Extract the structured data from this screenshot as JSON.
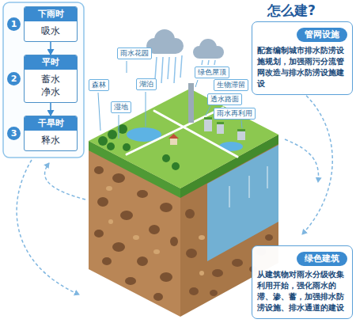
{
  "diagram": {
    "title": "怎么建?",
    "nodes": [
      {
        "text": [
          "下雨时",
          "吸水"
        ]
      },
      {
        "text": [
          "平时",
          "蓄水 净水"
        ]
      },
      {
        "text": [
          "干旱时",
          "释水"
        ]
      },
      {
        "text": [
          "管网设施",
          "配套编制城市排水防涝设施规划，加强雨污分流管网改造与排水防涝设施建设"
        ]
      },
      {
        "text": [
          "雨水花园"
        ]
      },
      {
        "text": [
          "森林"
        ]
      },
      {
        "text": [
          "湖泊"
        ]
      },
      {
        "text": [
          "湿地"
        ]
      },
      {
        "text": [
          "绿色屋顶"
        ]
      },
      {
        "text": [
          "生物滞留"
        ]
      },
      {
        "text": [
          "透水路面"
        ]
      },
      {
        "text": [
          "雨水再利用"
        ]
      },
      {
        "text": [
          "绿色建筑",
          "从建筑物对雨水分级收集利用开始，强化雨水的滞、渗、蓄，加强排水防涝设施、排水通道的建设"
        ]
      }
    ],
    "edges": [
      {
        "from": 0,
        "to": 1,
        "arrow": "to"
      },
      {
        "from": 1,
        "to": 2,
        "arrow": "to"
      }
    ],
    "labels": [
      "1",
      "2",
      "3"
    ]
  }
}
